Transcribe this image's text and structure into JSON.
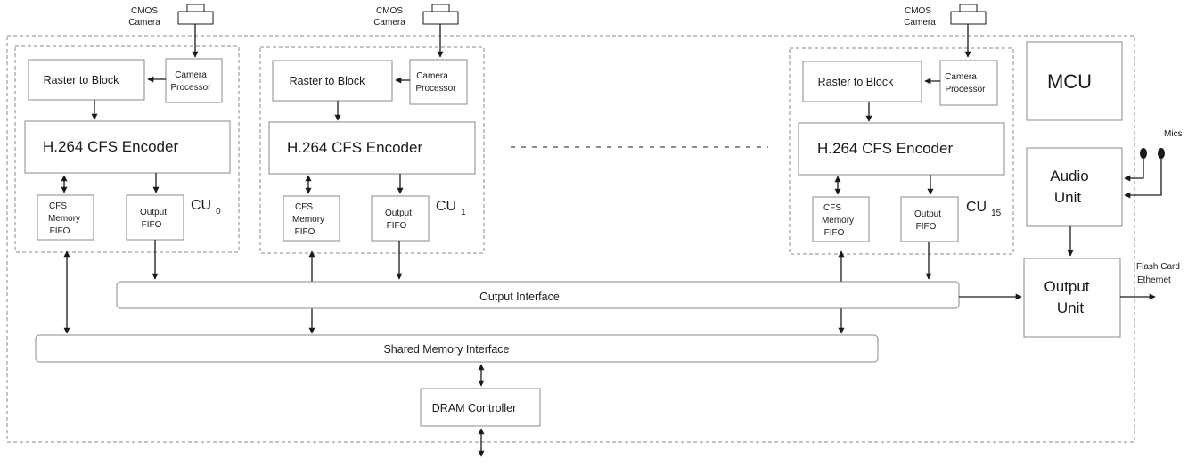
{
  "cmos_camera_label": [
    "CMOS",
    "Camera"
  ],
  "camera_processor_label": [
    "Camera",
    "Processor"
  ],
  "raster_label": "Raster to Block",
  "encoder_label": "H.264 CFS Encoder",
  "cfs_fifo_label": [
    "CFS",
    "Memory",
    "FIFO"
  ],
  "output_fifo_label": [
    "Output",
    "FIFO"
  ],
  "cu_label": "CU",
  "cu_subscripts": [
    "0",
    "1",
    "15"
  ],
  "output_interface_label": "Output Interface",
  "shared_memory_label": "Shared Memory Interface",
  "dram_label": "DRAM Controller",
  "mcu_label": "MCU",
  "audio_unit_label": [
    "Audio",
    "Unit"
  ],
  "output_unit_label": [
    "Output",
    "Unit"
  ],
  "mics_label": "Mics",
  "flash_label": "Flash Card",
  "ethernet_label": "Ethernet"
}
